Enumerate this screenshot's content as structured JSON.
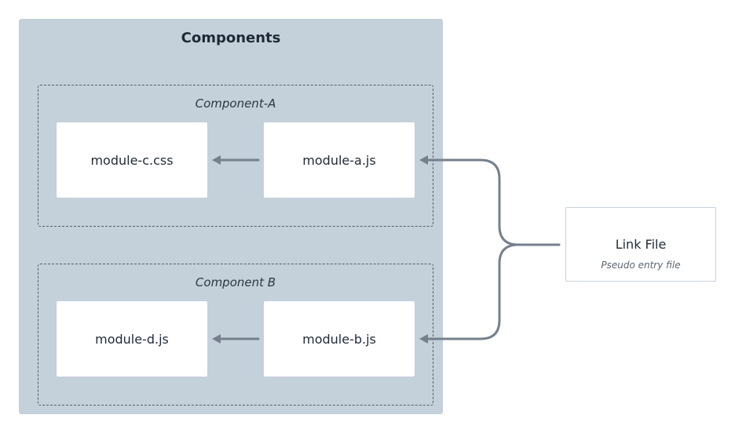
{
  "components": {
    "title": "Components",
    "groups": [
      {
        "title": "Component-A",
        "modules": [
          "module-c.css",
          "module-a.js"
        ]
      },
      {
        "title": "Component B",
        "modules": [
          "module-d.js",
          "module-b.js"
        ]
      }
    ]
  },
  "link_file": {
    "title": "Link File",
    "subtitle": "Pseudo entry file"
  },
  "colors": {
    "container_bg": "#c4d0da",
    "arrow": "#75808c",
    "dashed_border": "#55606c"
  }
}
